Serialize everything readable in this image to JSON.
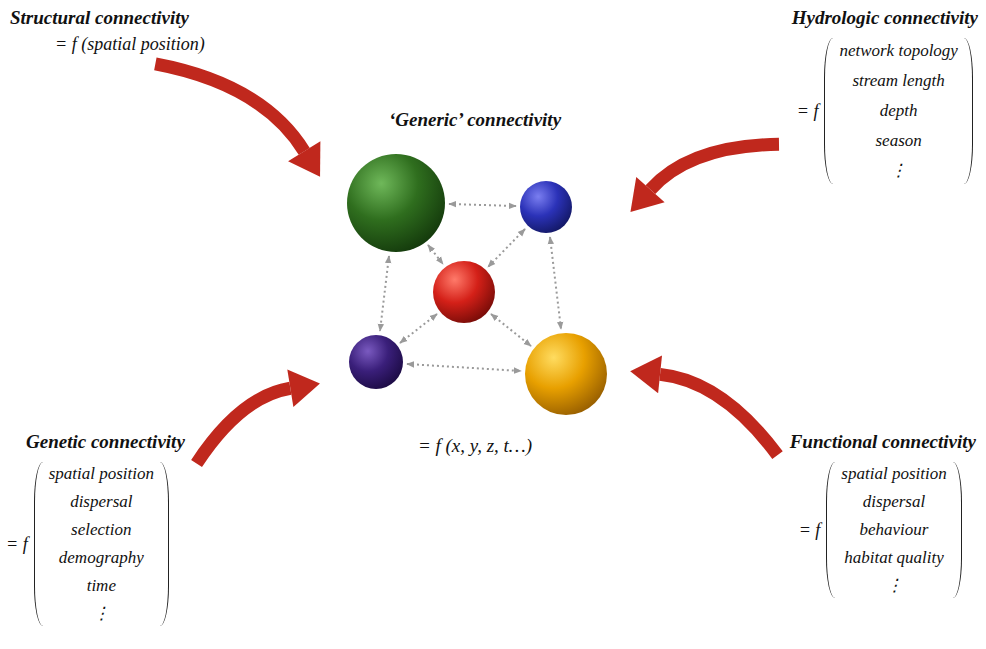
{
  "diagram": {
    "nodes": [
      {
        "text": [
          "Structural connectivity",
          "= f (spatial position)"
        ]
      },
      {
        "text": [
          "Hydrologic connectivity",
          "= f",
          "network topology",
          "stream length",
          "depth",
          "season",
          "⋮"
        ]
      },
      {
        "text": [
          "‘Generic’ connectivity",
          "= f (x, y, z, t…)"
        ]
      },
      {
        "text": [
          "Genetic connectivity",
          "= f",
          "spatial position",
          "dispersal",
          "selection",
          "demography",
          "time",
          "⋮"
        ]
      },
      {
        "text": [
          "Functional connectivity",
          "= f",
          "spatial position",
          "dispersal",
          "behaviour",
          "habitat quality",
          "⋮"
        ]
      }
    ],
    "edges": [
      {
        "from": 0,
        "to": 2,
        "arrow": "to"
      },
      {
        "from": 1,
        "to": 2,
        "arrow": "to"
      },
      {
        "from": 3,
        "to": 2,
        "arrow": "to"
      },
      {
        "from": 4,
        "to": 2,
        "arrow": "to"
      }
    ]
  }
}
